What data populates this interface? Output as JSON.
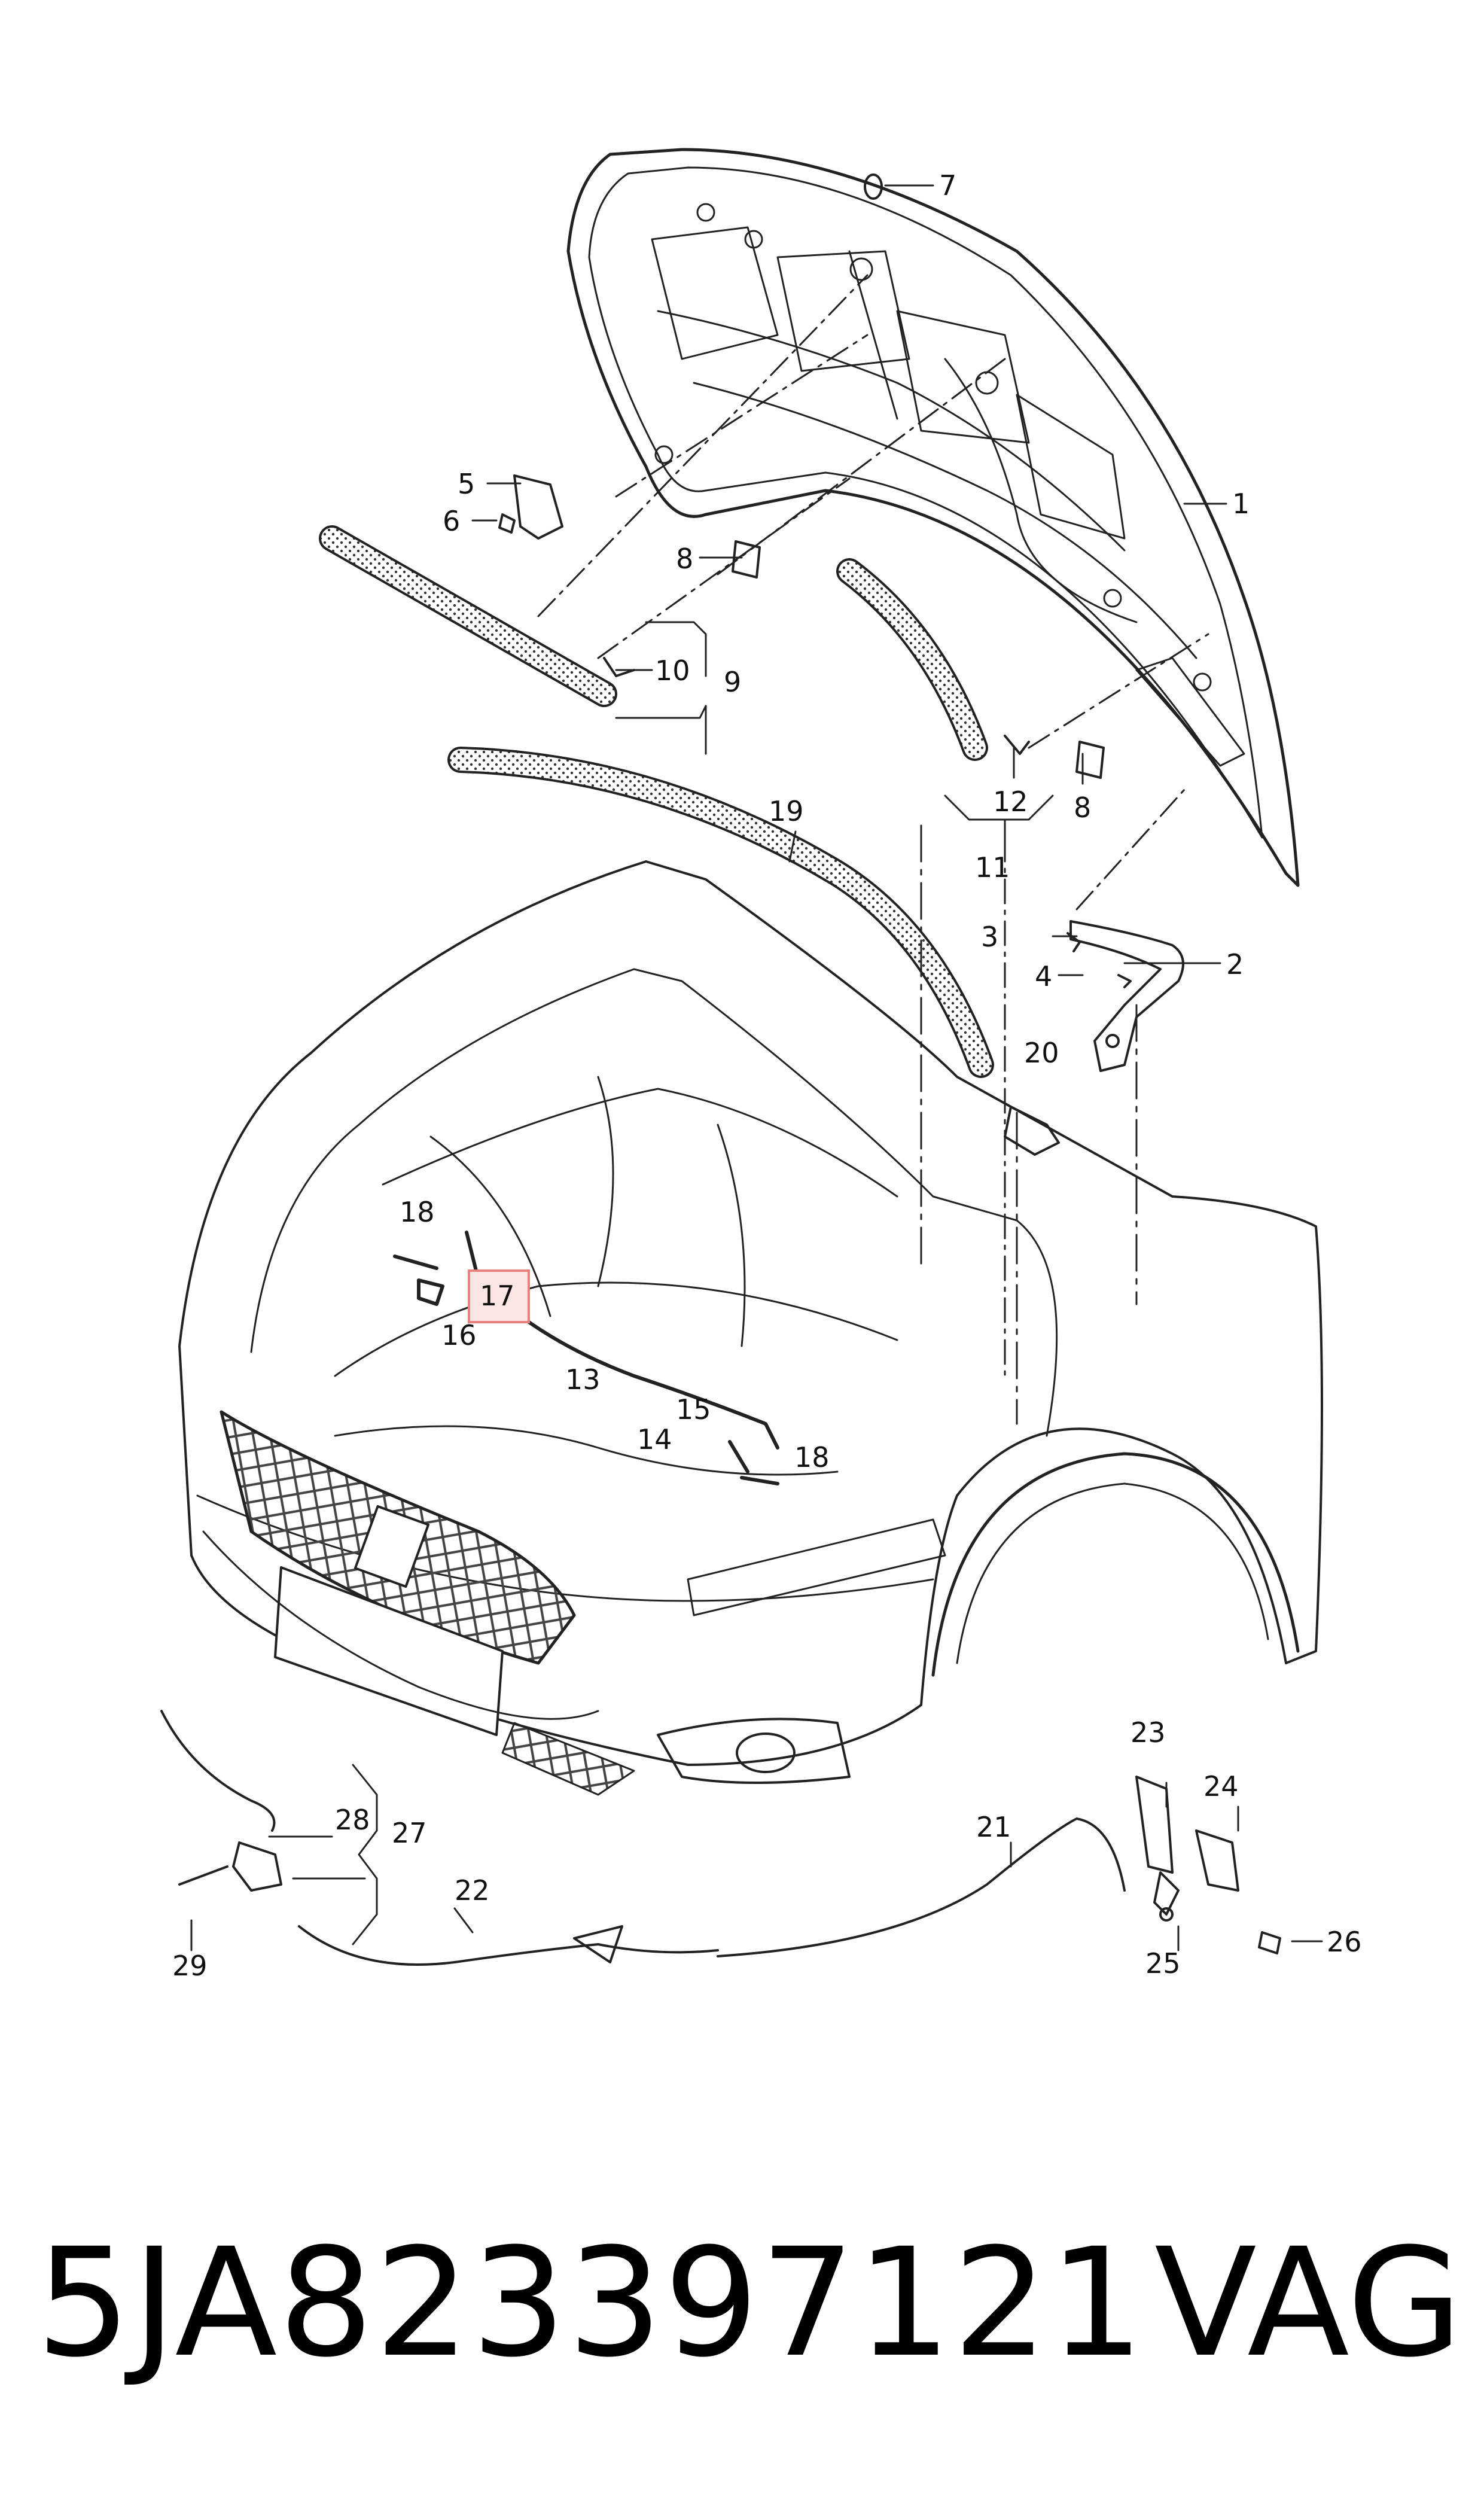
{
  "diagram": {
    "callouts": [
      {
        "id": "c1",
        "text": "1"
      },
      {
        "id": "c2",
        "text": "2"
      },
      {
        "id": "c3",
        "text": "3"
      },
      {
        "id": "c4",
        "text": "4"
      },
      {
        "id": "c5",
        "text": "5"
      },
      {
        "id": "c6",
        "text": "6"
      },
      {
        "id": "c7",
        "text": "7"
      },
      {
        "id": "c8a",
        "text": "8"
      },
      {
        "id": "c8b",
        "text": "8"
      },
      {
        "id": "c9",
        "text": "9"
      },
      {
        "id": "c10",
        "text": "10"
      },
      {
        "id": "c11",
        "text": "11"
      },
      {
        "id": "c12",
        "text": "12"
      },
      {
        "id": "c13",
        "text": "13"
      },
      {
        "id": "c14",
        "text": "14"
      },
      {
        "id": "c15",
        "text": "15"
      },
      {
        "id": "c16",
        "text": "16"
      },
      {
        "id": "c17",
        "text": "17",
        "highlight": true
      },
      {
        "id": "c18a",
        "text": "18"
      },
      {
        "id": "c18b",
        "text": "18"
      },
      {
        "id": "c19",
        "text": "19"
      },
      {
        "id": "c20",
        "text": "20"
      },
      {
        "id": "c21",
        "text": "21"
      },
      {
        "id": "c22",
        "text": "22"
      },
      {
        "id": "c23",
        "text": "23"
      },
      {
        "id": "c24",
        "text": "24"
      },
      {
        "id": "c25",
        "text": "25"
      },
      {
        "id": "c26",
        "text": "26"
      },
      {
        "id": "c27",
        "text": "27"
      },
      {
        "id": "c28",
        "text": "28"
      },
      {
        "id": "c29",
        "text": "29"
      }
    ],
    "highlight_color": "#e88080"
  },
  "footer": {
    "part_number": "5JA823397121",
    "brand": "VAG"
  }
}
